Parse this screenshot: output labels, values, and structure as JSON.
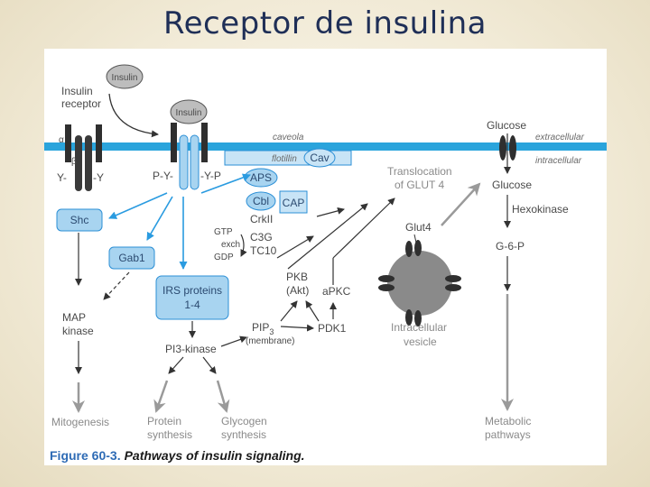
{
  "slide": {
    "title": "Receptor de insulina"
  },
  "figure": {
    "labels": {
      "insulin_receptor": [
        "Insulin",
        "receptor"
      ],
      "insulin": "Insulin",
      "insulin_bound": "Insulin",
      "alpha": "α",
      "beta": "β",
      "y_left": "Y-",
      "y_right": "-Y",
      "py_left": "P-Y-",
      "yp_right": "-Y-P",
      "caveola": "caveola",
      "flotillin": "flotillin",
      "cav": "Cav",
      "aps": "APS",
      "cbl": "Cbl",
      "cap": "CAP",
      "crkii": "CrkII",
      "gtp": "GTP",
      "exch": "exch",
      "gdp": "GDP",
      "c3g": "C3G",
      "tc10": "TC10",
      "shc": "Shc",
      "gab1": "Gab1",
      "irs": [
        "IRS proteins",
        "1-4"
      ],
      "map_kinase": [
        "MAP",
        "kinase"
      ],
      "pi3_kinase": "PI3-kinase",
      "pip3": "PIP",
      "pip3_sub": "3",
      "membrane": "(membrane)",
      "pkb": [
        "PKB",
        "(Akt)"
      ],
      "apkc": "aPKC",
      "pdk1": "PDK1",
      "translocation": [
        "Translocation",
        "of GLUT 4"
      ],
      "glut4": "Glut4",
      "vesicle": [
        "Intracellular",
        "vesicle"
      ],
      "glucose_out": "Glucose",
      "glucose_in": "Glucose",
      "extracellular": "extracellular",
      "intracellular": "intracellular",
      "hexokinase": "Hexokinase",
      "g6p": "G-6-P",
      "mitogenesis": "Mitogenesis",
      "protein_synthesis": [
        "Protein",
        "synthesis"
      ],
      "glycogen_synthesis": [
        "Glycogen",
        "synthesis"
      ],
      "metabolic_pathways": [
        "Metabolic",
        "pathways"
      ]
    },
    "caption": {
      "figure_number": "Figure 60-3.",
      "text": "Pathways of insulin signaling."
    },
    "colors": {
      "membrane": "#2aa4dc",
      "box_fill": "#a8d4f0",
      "box_stroke": "#2b8fd6",
      "arrow_blue": "#2a9be0",
      "arrow_dark": "#333333",
      "arrow_gray": "#9a9a9a",
      "receptor": "#2f2f2f",
      "caption_blue": "#2e6bb5"
    }
  }
}
